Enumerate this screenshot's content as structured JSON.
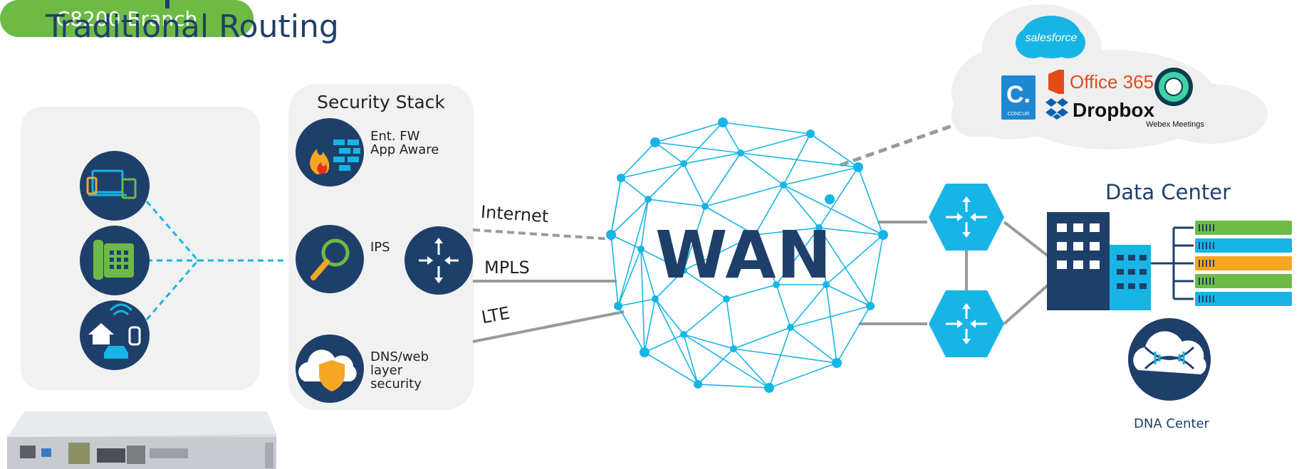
{
  "title": "Traditional Routing",
  "branch": {
    "header": "C8200 Branch"
  },
  "security_stack": {
    "title": "Security Stack",
    "items": [
      {
        "label_lines": [
          "Ent. FW",
          "App Aware"
        ],
        "icon": "firewall-flame-icon"
      },
      {
        "label_lines": [
          "IPS"
        ],
        "icon": "magnifier-icon"
      },
      {
        "label_lines": [
          "DNS/web",
          "layer",
          "security"
        ],
        "icon": "cloud-shield-icon"
      }
    ]
  },
  "links": [
    "Internet",
    "MPLS",
    "LTE"
  ],
  "wan_label": "WAN",
  "cloud_apps": [
    "salesforce",
    "Office 365",
    "Dropbox",
    "Webex Meetings",
    "CONCUR"
  ],
  "data_center": {
    "title": "Data Center",
    "dna_label": "DNA Center"
  },
  "colors": {
    "navy": "#1f3f6b",
    "cyan": "#16b5e6",
    "green": "#6dbb45",
    "panel": "#f1f1f1"
  }
}
